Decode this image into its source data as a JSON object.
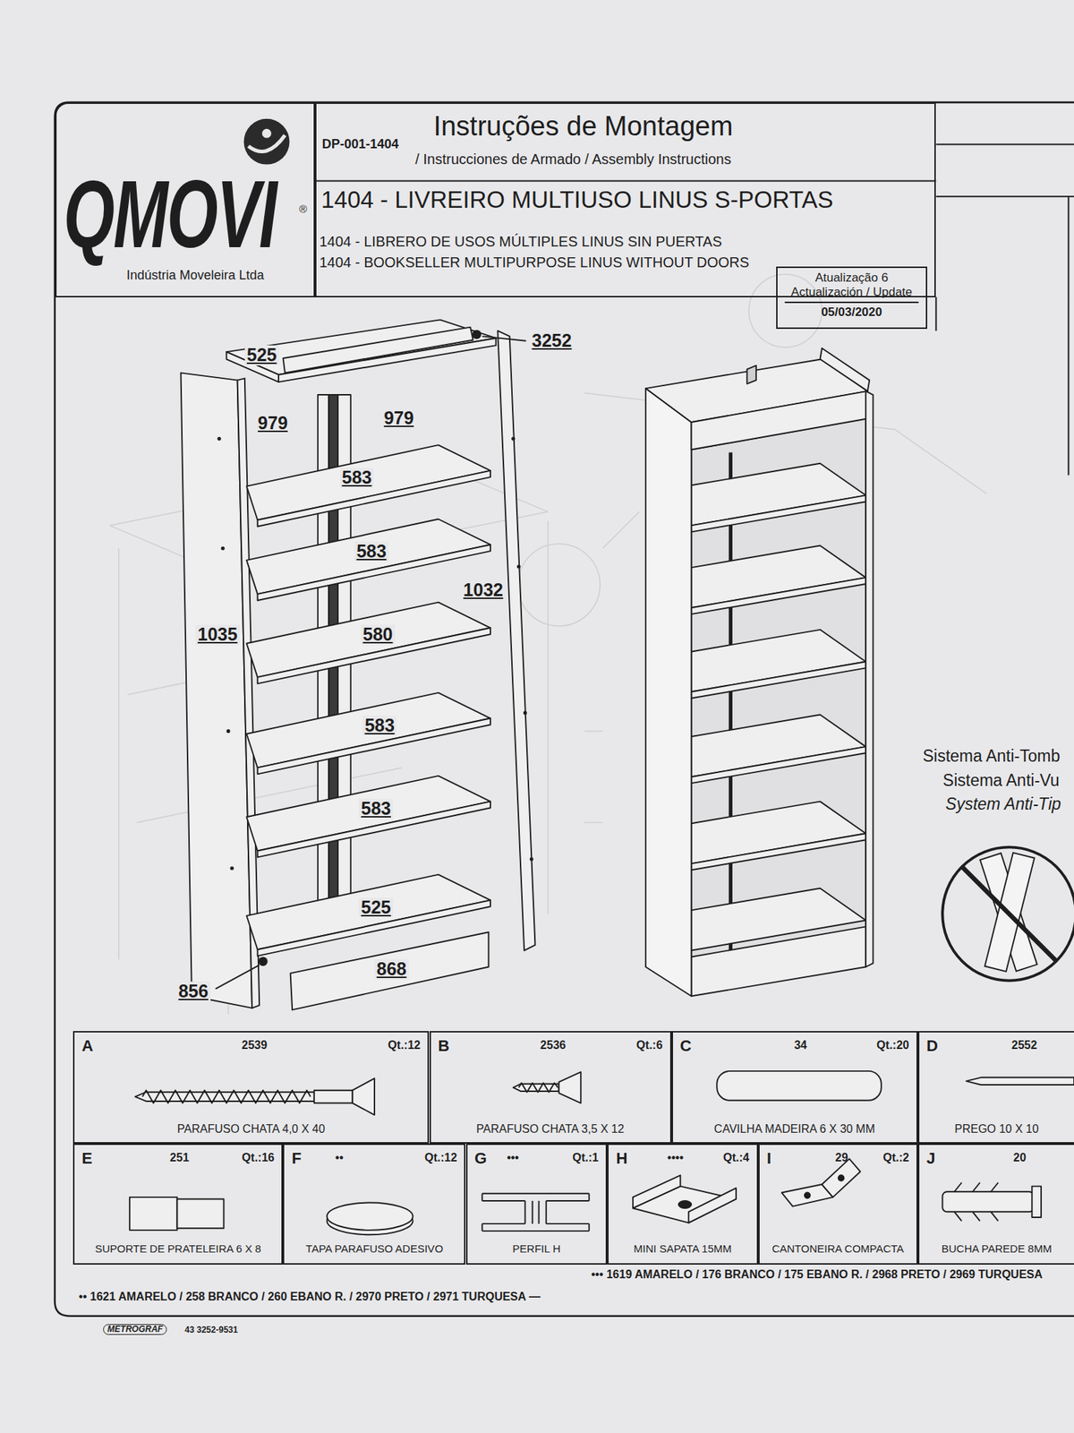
{
  "diagram": {
    "nodes": [
      {
        "text": [
          "QMOVI",
          "®",
          "Indústria Moveleira Ltda"
        ]
      },
      {
        "text": [
          "DP-001-1404",
          "Instruções de Montagem",
          "/ Instrucciones de Armado / Assembly Instructions",
          "1404 - LIVREIRO MULTIUSO LINUS S-PORTAS",
          "1404 - LIBRERO DE USOS MÚLTIPLES LINUS SIN PUERTAS",
          "1404 - BOOKSELLER MULTIPURPOSE LINUS WITHOUT DOORS"
        ]
      },
      {
        "text": [
          "Atualização 6 Actualización / Update",
          "05/03/2020"
        ]
      },
      {
        "text": [
          "A",
          "2539",
          "Qt.:12",
          "PARAFUSO CHATA 4,0 X 40"
        ]
      },
      {
        "text": [
          "B",
          "2536",
          "Qt.:6",
          "PARAFUSO CHATA 3,5 X 12"
        ]
      },
      {
        "text": [
          "C",
          "34",
          "Qt.:20",
          "CAVILHA MADEIRA 6 X 30 MM"
        ]
      },
      {
        "text": [
          "D",
          "2552",
          "PREGO 10 X 10"
        ]
      },
      {
        "text": [
          "E",
          "251",
          "Qt.:16",
          "SUPORTE DE PRATELEIRA 6 X 8"
        ]
      },
      {
        "text": [
          "F",
          "••",
          "Qt.:12",
          "TAPA PARAFUSO ADESIVO"
        ]
      },
      {
        "text": [
          "G",
          "•••",
          "Qt.:1",
          "PERFIL H"
        ]
      },
      {
        "text": [
          "H",
          "••••",
          "Qt.:4",
          "MINI SAPATA 15MM"
        ]
      },
      {
        "text": [
          "I",
          "29",
          "Qt.:2",
          "CANTONEIRA COMPACTA"
        ]
      },
      {
        "text": [
          "J",
          "20",
          "BUCHA PAREDE 8MM"
        ]
      }
    ],
    "labels": [
      "525",
      "3252",
      "979",
      "979",
      "583",
      "583",
      "1032",
      "1035",
      "580",
      "583",
      "583",
      "525",
      "868",
      "856",
      "Sistema Anti-Tomb",
      "Sistema Anti-Vu",
      "System Anti-Tip",
      "•• 1621 AMARELO / 258 BRANCO / 260 EBANO R. / 2970 PRETO / 2971 TURQUESA —",
      "••• 1619 AMARELO / 176 BRANCO / 175 EBANO R. / 2968 PRETO / 2969 TURQUESA",
      "METROGRAF",
      "43 3252-9531"
    ]
  }
}
